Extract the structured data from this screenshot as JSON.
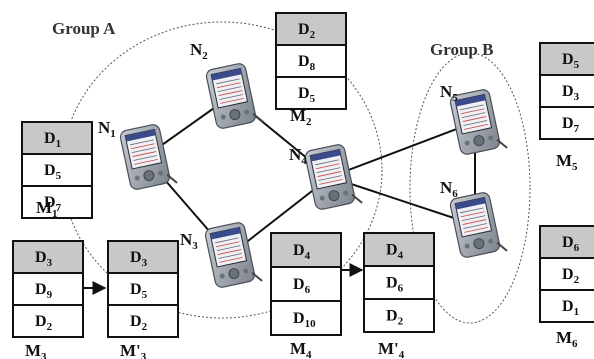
{
  "groups": [
    {
      "id": "A",
      "label": "Group A"
    },
    {
      "id": "B",
      "label": "Group B"
    }
  ],
  "nodes": [
    {
      "id": "N1",
      "base": "N",
      "sub": "1"
    },
    {
      "id": "N2",
      "base": "N",
      "sub": "2"
    },
    {
      "id": "N3",
      "base": "N",
      "sub": "3"
    },
    {
      "id": "N4",
      "base": "N",
      "sub": "4"
    },
    {
      "id": "N5",
      "base": "N",
      "sub": "5"
    },
    {
      "id": "N6",
      "base": "N",
      "sub": "6"
    }
  ],
  "edges": [
    [
      "N1",
      "N2"
    ],
    [
      "N1",
      "N3"
    ],
    [
      "N2",
      "N4"
    ],
    [
      "N3",
      "N4"
    ],
    [
      "N4",
      "N5"
    ],
    [
      "N4",
      "N6"
    ],
    [
      "N5",
      "N6"
    ]
  ],
  "memories": [
    {
      "id": "M1",
      "base": "M",
      "sub": "1",
      "cells": [
        {
          "b": "D",
          "s": "1"
        },
        {
          "b": "D",
          "s": "5"
        },
        {
          "b": "D",
          "s": "7"
        }
      ]
    },
    {
      "id": "M2",
      "base": "M",
      "sub": "2",
      "cells": [
        {
          "b": "D",
          "s": "2"
        },
        {
          "b": "D",
          "s": "8"
        },
        {
          "b": "D",
          "s": "5"
        }
      ]
    },
    {
      "id": "M3",
      "base": "M",
      "sub": "3",
      "cells": [
        {
          "b": "D",
          "s": "3"
        },
        {
          "b": "D",
          "s": "9"
        },
        {
          "b": "D",
          "s": "2"
        }
      ]
    },
    {
      "id": "M3p",
      "base": "M'",
      "sub": "3",
      "cells": [
        {
          "b": "D",
          "s": "3"
        },
        {
          "b": "D",
          "s": "5"
        },
        {
          "b": "D",
          "s": "2"
        }
      ]
    },
    {
      "id": "M4",
      "base": "M",
      "sub": "4",
      "cells": [
        {
          "b": "D",
          "s": "4"
        },
        {
          "b": "D",
          "s": "6"
        },
        {
          "b": "D",
          "s": "10"
        }
      ]
    },
    {
      "id": "M4p",
      "base": "M'",
      "sub": "4",
      "cells": [
        {
          "b": "D",
          "s": "4"
        },
        {
          "b": "D",
          "s": "6"
        },
        {
          "b": "D",
          "s": "2"
        }
      ]
    },
    {
      "id": "M5",
      "base": "M",
      "sub": "5",
      "cells": [
        {
          "b": "D",
          "s": "5"
        },
        {
          "b": "D",
          "s": "3"
        },
        {
          "b": "D",
          "s": "7"
        }
      ]
    },
    {
      "id": "M6",
      "base": "M",
      "sub": "6",
      "cells": [
        {
          "b": "D",
          "s": "6"
        },
        {
          "b": "D",
          "s": "2"
        },
        {
          "b": "D",
          "s": "1"
        }
      ]
    }
  ],
  "transitions": [
    {
      "from": "M3",
      "to": "M3p"
    },
    {
      "from": "M4",
      "to": "M4p"
    }
  ],
  "colors": {
    "header_cell": "#c8c8c8",
    "cell": "#ffffff",
    "border": "#111111",
    "edge": "#111111",
    "group_outline": "#555555",
    "device_body": "#9ea4ad",
    "device_screen": "#eef0f4"
  },
  "icon": "pda-device-icon"
}
